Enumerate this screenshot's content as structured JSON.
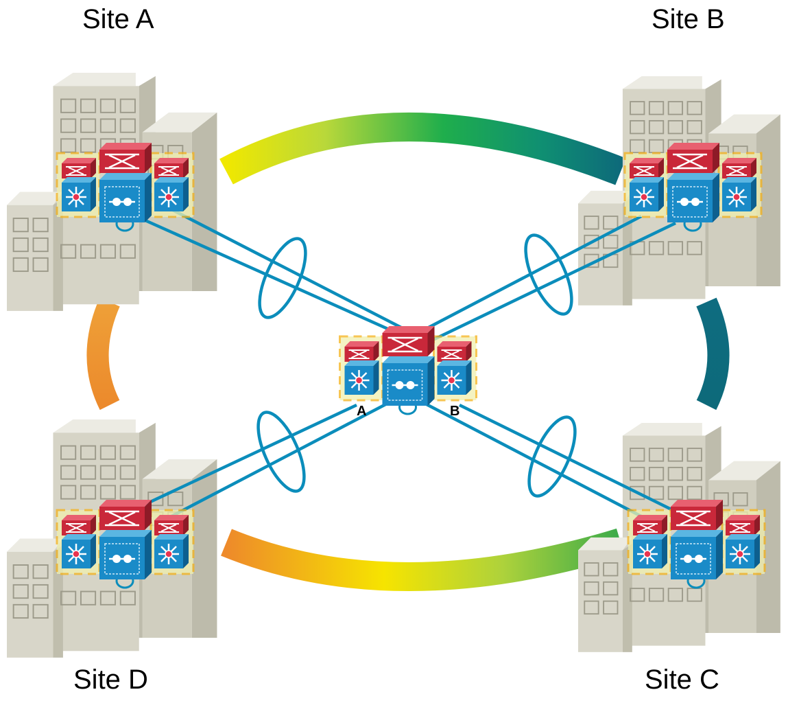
{
  "sites": {
    "a": {
      "label": "Site A"
    },
    "b": {
      "label": "Site B"
    },
    "c": {
      "label": "Site C"
    },
    "d": {
      "label": "Site D"
    }
  },
  "hub": {
    "left_label": "A",
    "right_label": "B"
  },
  "colors": {
    "link": "#0b8dbb",
    "router_red": "#c9283a",
    "switch_blue": "#1a8bc8",
    "building": "#d5d3c4",
    "highlight": "#f1f0ae",
    "dash": "#f5b21a",
    "ring_yellow": "#f4e600",
    "ring_green": "#3aaa4a",
    "ring_teal": "#0d6e7a",
    "ring_orange": "#ee8a2a"
  },
  "icons": [
    "building-icon",
    "router-icon",
    "multilayer-switch-icon",
    "etherchannel-ellipse-icon"
  ]
}
